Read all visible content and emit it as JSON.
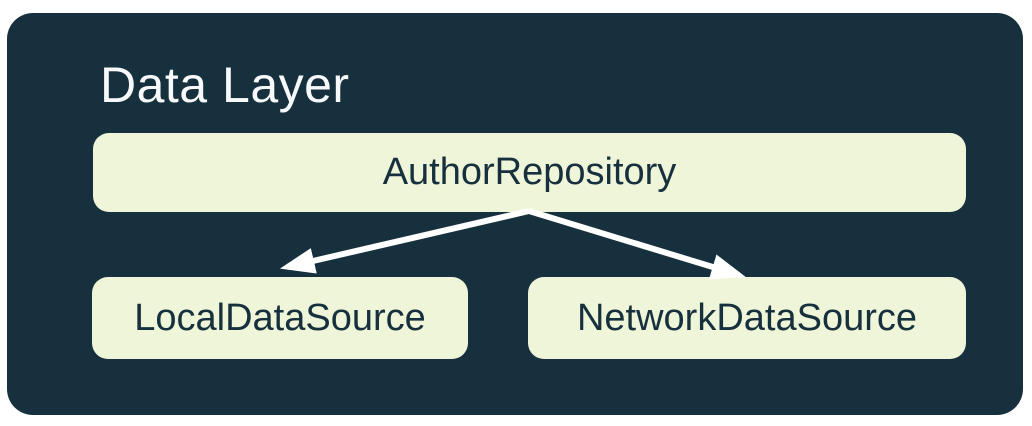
{
  "title": "Data Layer",
  "nodes": {
    "repository": {
      "label": "AuthorRepository"
    },
    "local": {
      "label": "LocalDataSource"
    },
    "network": {
      "label": "NetworkDataSource"
    }
  },
  "edges": [
    {
      "from": "AuthorRepository",
      "to": "LocalDataSource"
    },
    {
      "from": "AuthorRepository",
      "to": "NetworkDataSource"
    }
  ],
  "colors": {
    "container_bg": "#17303E",
    "node_bg": "#EEF5D8",
    "node_text": "#17303E",
    "title_text": "#F8F9FA",
    "arrow": "#FFFFFF",
    "page_bg": "#FFFFFF"
  }
}
